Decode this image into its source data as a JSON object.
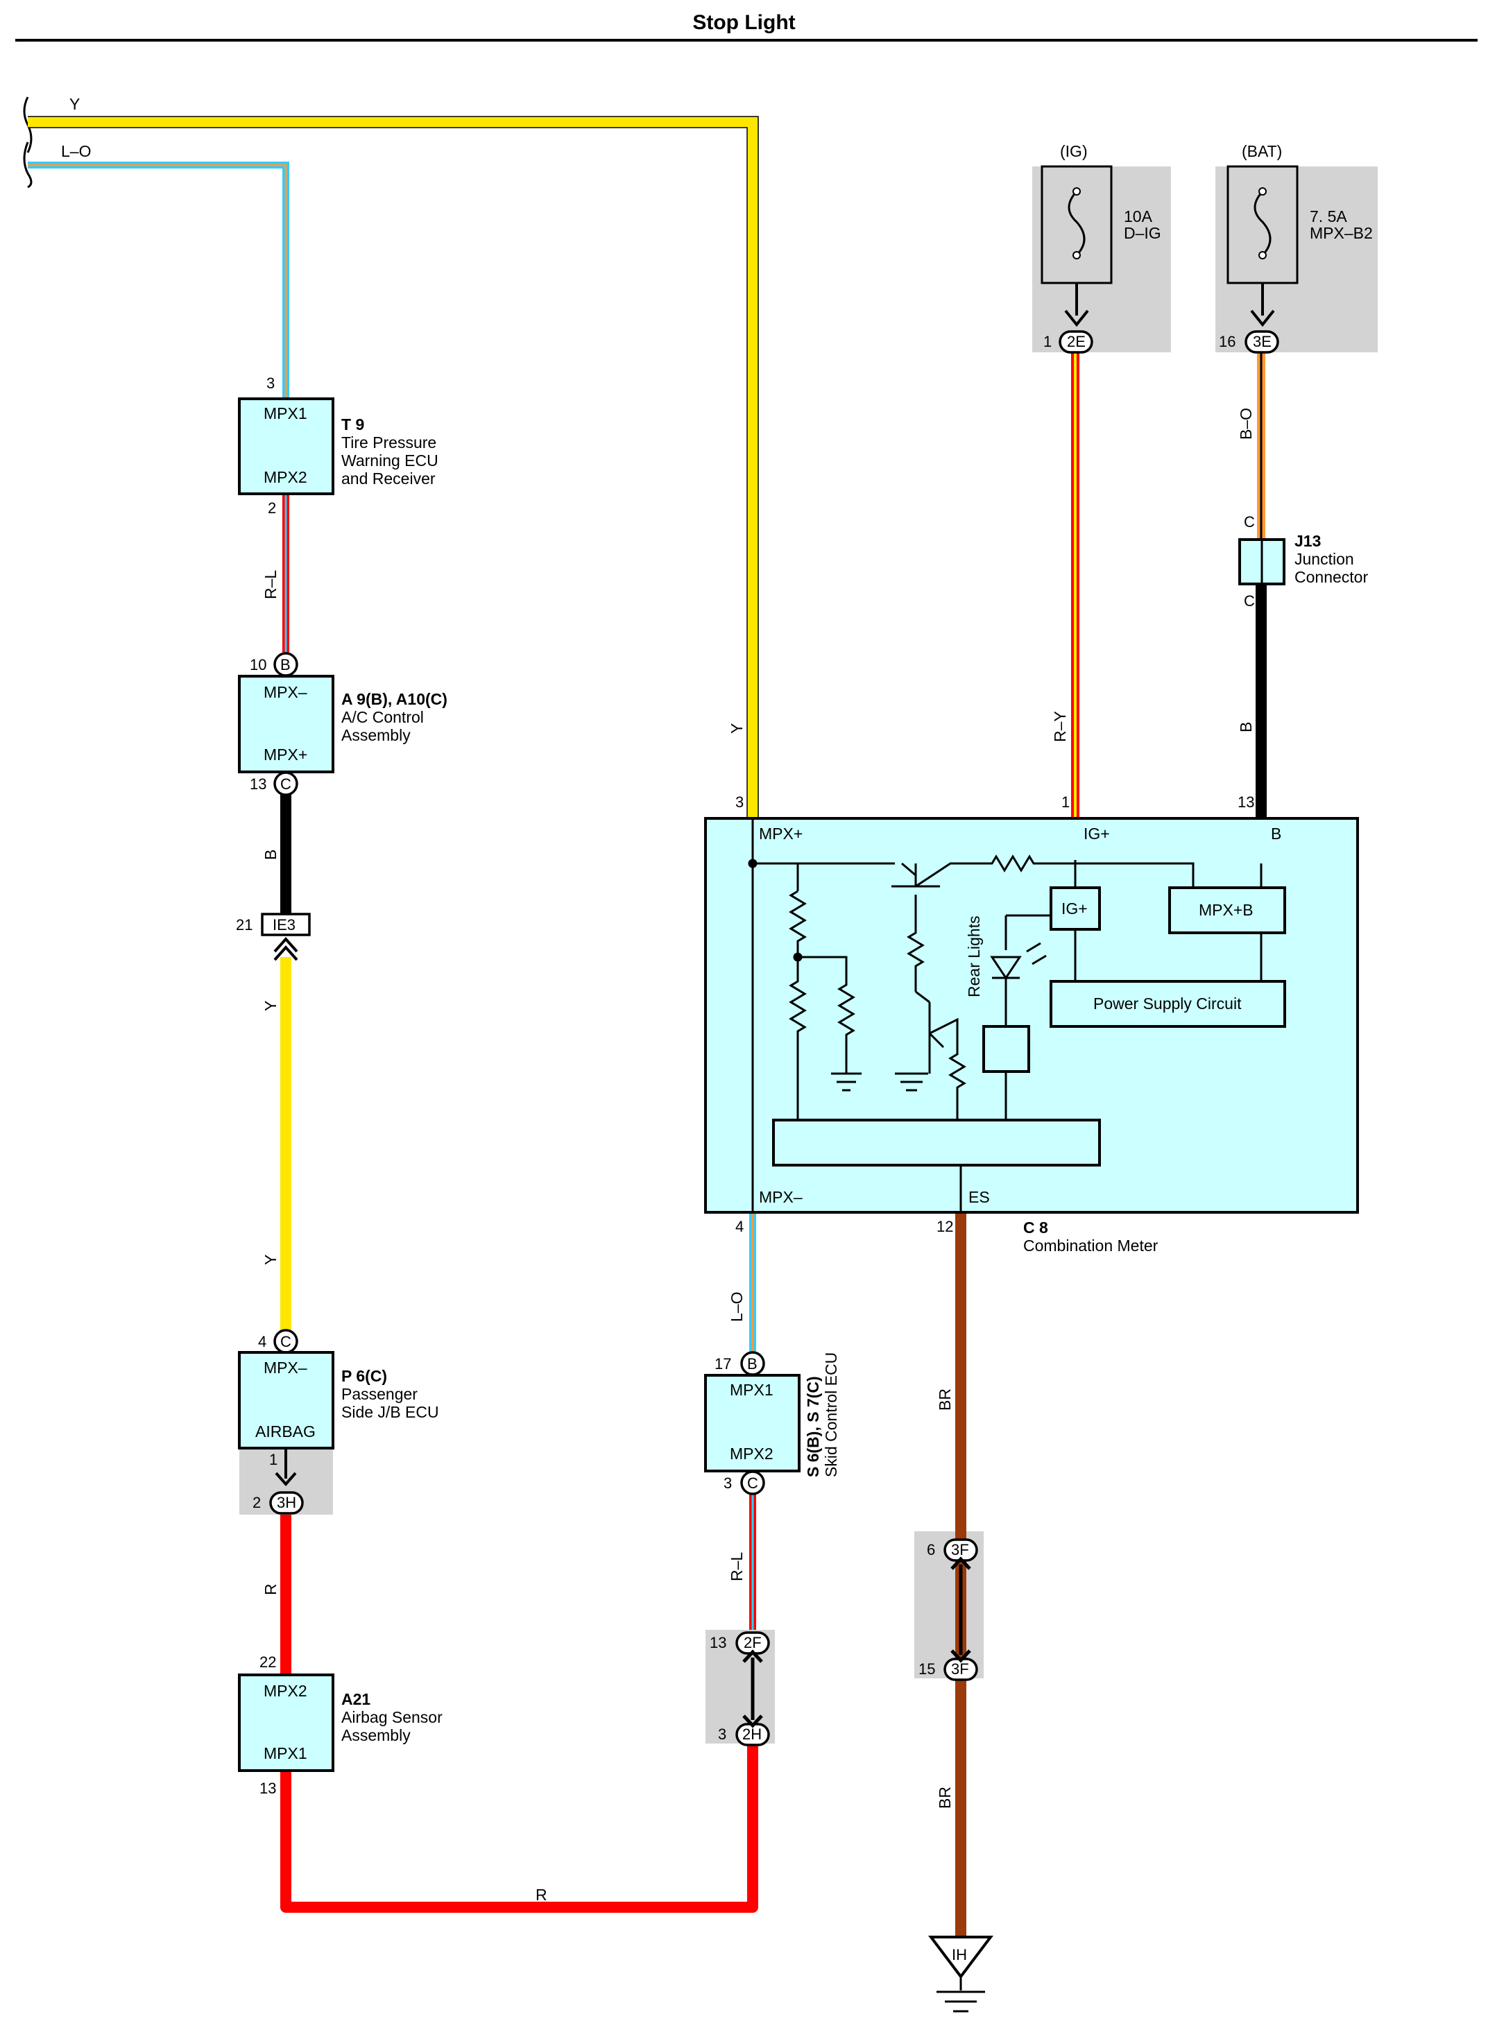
{
  "title": "Stop Light",
  "colors": {
    "yellow": "#ffe600",
    "red": "#ff0000",
    "black": "#000000",
    "brown": "#9b3a0a",
    "cyan": "#33ccff",
    "orange": "#ff9933",
    "box_fill": "#ccffff",
    "shade": "#d3d3d3"
  },
  "fuses": [
    {
      "source": "(IG)",
      "rating": "10A",
      "name": "D–IG",
      "pin": "1",
      "conn": "2E"
    },
    {
      "source": "(BAT)",
      "rating": "7. 5A",
      "name": "MPX–B2",
      "pin": "16",
      "conn": "3E"
    }
  ],
  "components": {
    "t9": {
      "id": "T 9",
      "desc1": "Tire Pressure",
      "desc2": "Warning ECU",
      "desc3": "and Receiver",
      "top": "MPX1",
      "bottom": "MPX2",
      "pin_top": "3",
      "pin_bottom": "2"
    },
    "a9": {
      "id": "A 9(B), A10(C)",
      "desc1": "A/C Control",
      "desc2": "Assembly",
      "top": "MPX–",
      "bottom": "MPX+",
      "pin_top": "10",
      "conn_top": "B",
      "pin_bottom": "13",
      "conn_bottom": "C"
    },
    "ie3": {
      "pin": "21",
      "label": "IE3"
    },
    "p6": {
      "id": "P 6(C)",
      "desc1": "Passenger",
      "desc2": "Side J/B ECU",
      "top": "MPX–",
      "bottom": "AIRBAG",
      "pin_top": "4",
      "conn_top": "C",
      "pin_bottom": "1",
      "jb_pin": "2",
      "jb_conn": "3H"
    },
    "a21": {
      "id": "A21",
      "desc1": "Airbag Sensor",
      "desc2": "Assembly",
      "top": "MPX2",
      "bottom": "MPX1",
      "pin_top": "22",
      "pin_bottom": "13"
    },
    "s6": {
      "id": "S 6(B), S 7(C)",
      "desc": "Skid Control ECU",
      "top": "MPX1",
      "bottom": "MPX2",
      "pin_top": "17",
      "conn_top": "B",
      "pin_bottom": "3",
      "conn_bottom": "C"
    },
    "jb2": {
      "pin_top": "13",
      "conn_top": "2F",
      "pin_bottom": "3",
      "conn_bottom": "2H"
    },
    "jb3": {
      "pin_top": "6",
      "conn_top": "3F",
      "pin_bottom": "15",
      "conn_bottom": "3F"
    },
    "j13": {
      "id": "J13",
      "desc1": "Junction",
      "desc2": "Connector",
      "pin_top": "C",
      "pin_bottom": "C"
    },
    "c8": {
      "id": "C 8",
      "desc": "Combination Meter",
      "pins": {
        "mpx_plus": "3",
        "ig_plus": "1",
        "b": "13",
        "mpx_minus": "4",
        "es": "12"
      },
      "terminals": {
        "mpx_plus": "MPX+",
        "ig_plus": "IG+",
        "b": "B",
        "mpx_minus": "MPX–",
        "es": "ES"
      },
      "internal": {
        "ig_box": "IG+",
        "mpxb_box": "MPX+B",
        "psc": "Power Supply Circuit",
        "rear": "Rear Lights"
      }
    },
    "ground": {
      "label": "IH"
    }
  },
  "wires": {
    "y": "Y",
    "lo": "L–O",
    "rl": "R–L",
    "b": "B",
    "r": "R",
    "ry": "R–Y",
    "bo": "B–O",
    "br": "BR"
  }
}
